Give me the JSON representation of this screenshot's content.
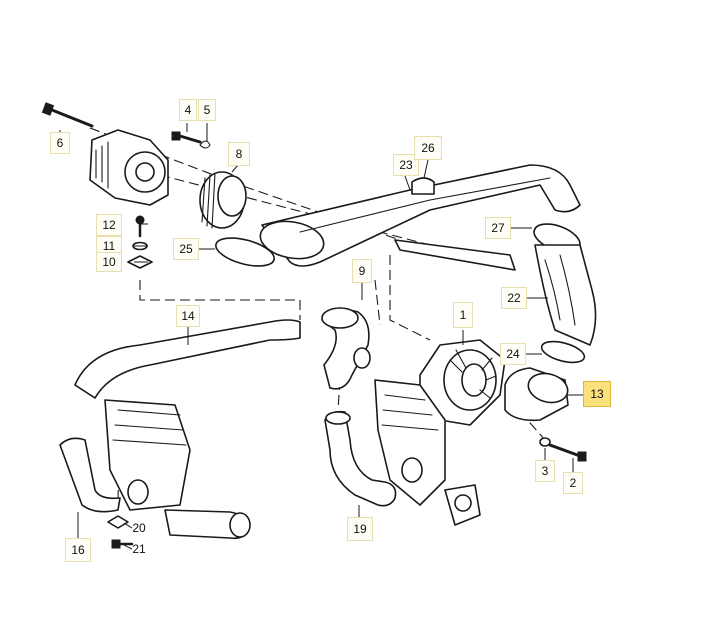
{
  "diagram": {
    "callouts": [
      "1",
      "2",
      "3",
      "4",
      "5",
      "6",
      "8",
      "9",
      "10",
      "11",
      "12",
      "13",
      "14",
      "16",
      "19",
      "20",
      "21",
      "22",
      "23",
      "24",
      "25",
      "26",
      "27"
    ],
    "highlighted": "13",
    "colors": {
      "line": "#1a1a1a",
      "callout_fill": "#fffef6",
      "highlight_fill": "#fbe17c"
    }
  }
}
